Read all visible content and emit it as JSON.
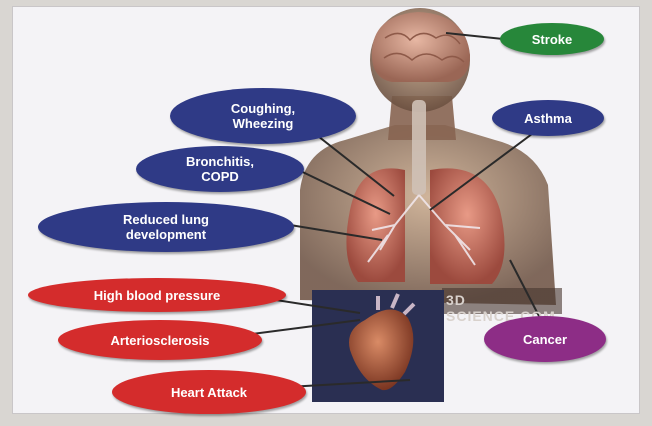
{
  "colors": {
    "respiratory": "#2f3a86",
    "cardio": "#d42c2c",
    "stroke": "#27873a",
    "cancer": "#8d2d86",
    "leader_line": "#2a2a2a"
  },
  "watermark_text": "3D SCIENCE.COM",
  "labels": {
    "stroke": "Stroke",
    "asthma": "Asthma",
    "coughing": "Coughing,\nWheezing",
    "bronchitis": "Bronchitis,\nCOPD",
    "reduced_lung": "Reduced lung\ndevelopment",
    "high_bp": "High blood pressure",
    "arteriosclerosis": "Arteriosclerosis",
    "heart_attack": "Heart Attack",
    "cancer": "Cancer"
  }
}
